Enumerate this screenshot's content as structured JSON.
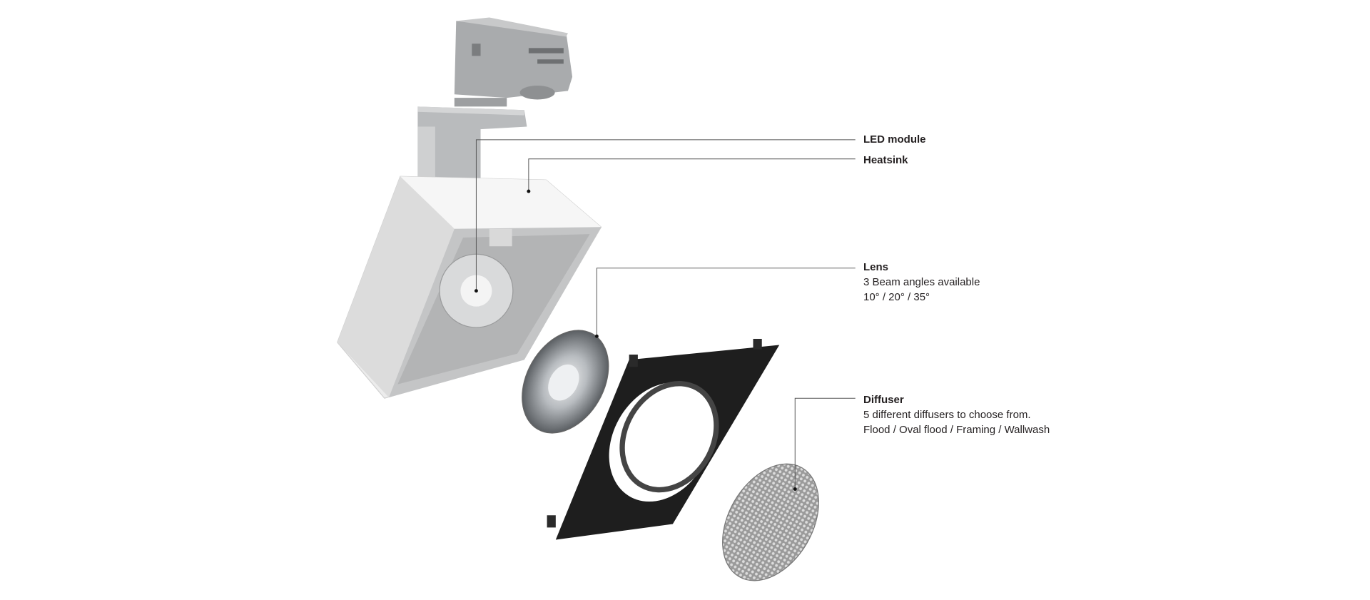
{
  "callouts": [
    {
      "title": "LED module"
    },
    {
      "title": "Heatsink"
    },
    {
      "title": "Lens",
      "lines": [
        "3 Beam angles available",
        "10° / 20° / 35°"
      ]
    },
    {
      "title": "Diffuser",
      "lines": [
        "5 different diffusers to choose from.",
        "Flood / Oval flood / Framing / Wallwash"
      ]
    }
  ],
  "colors": {
    "text": "#231f20",
    "leader": "#555555",
    "frame": "#1e1e1e",
    "housing": "#e8e8e8"
  }
}
